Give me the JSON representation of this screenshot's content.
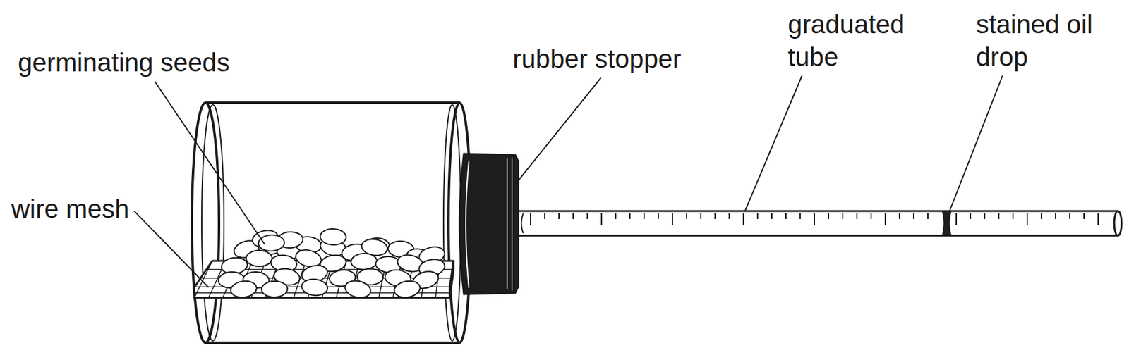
{
  "diagram": {
    "labels": [
      "germinating seeds",
      "wire mesh",
      "rubber stopper",
      "graduated tube",
      "stained oil drop"
    ]
  }
}
